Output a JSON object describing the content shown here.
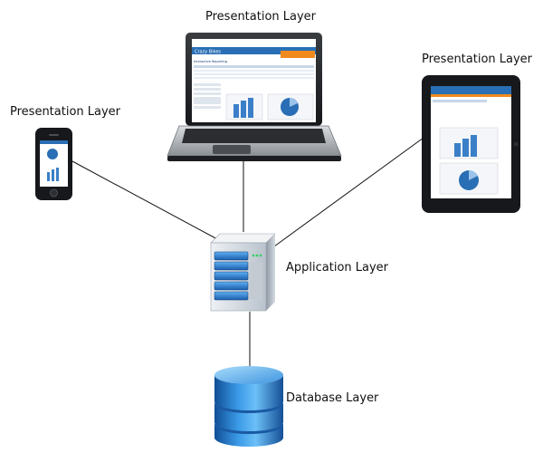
{
  "labels": {
    "laptop": "Presentation Layer",
    "phone": "Presentation Layer",
    "tablet": "Presentation Layer",
    "server": "Application Layer",
    "database": "Database Layer"
  },
  "screens": {
    "laptop_title": "Crazy Bikes",
    "laptop_subtitle": "Interactive Reporting"
  },
  "colors": {
    "screen_header": "#2a6fb5",
    "accent_orange": "#f08a1c",
    "server_blue": "#2b7cd3",
    "database_blue": "#2a82d6",
    "line": "#111111"
  }
}
